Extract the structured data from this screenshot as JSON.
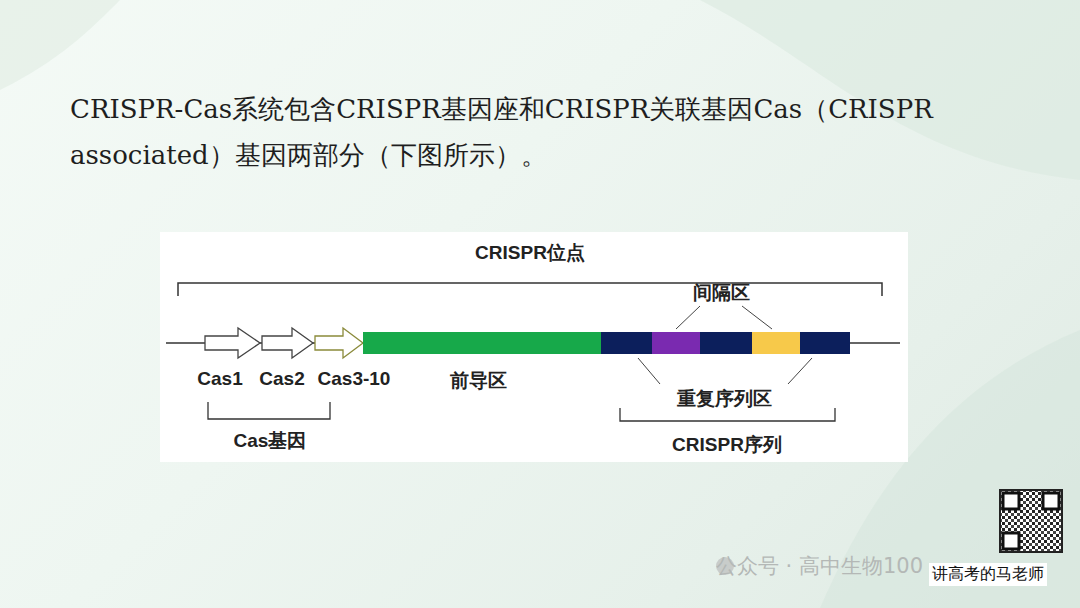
{
  "diagram": {
    "title": "CRISPR-Cas系统包含CRISPR基因座和CRISPR关联基因Cas（CRISPR associated）基因两部分（下图所示）。",
    "labels": [
      "CRISPR位点",
      "间隔区",
      "Cas1",
      "Cas2",
      "Cas3-10",
      "前导区",
      "重复序列区",
      "Cas基因",
      "CRISPR序列",
      "公众号 · 高中生物100",
      "讲高考的马老师"
    ]
  }
}
